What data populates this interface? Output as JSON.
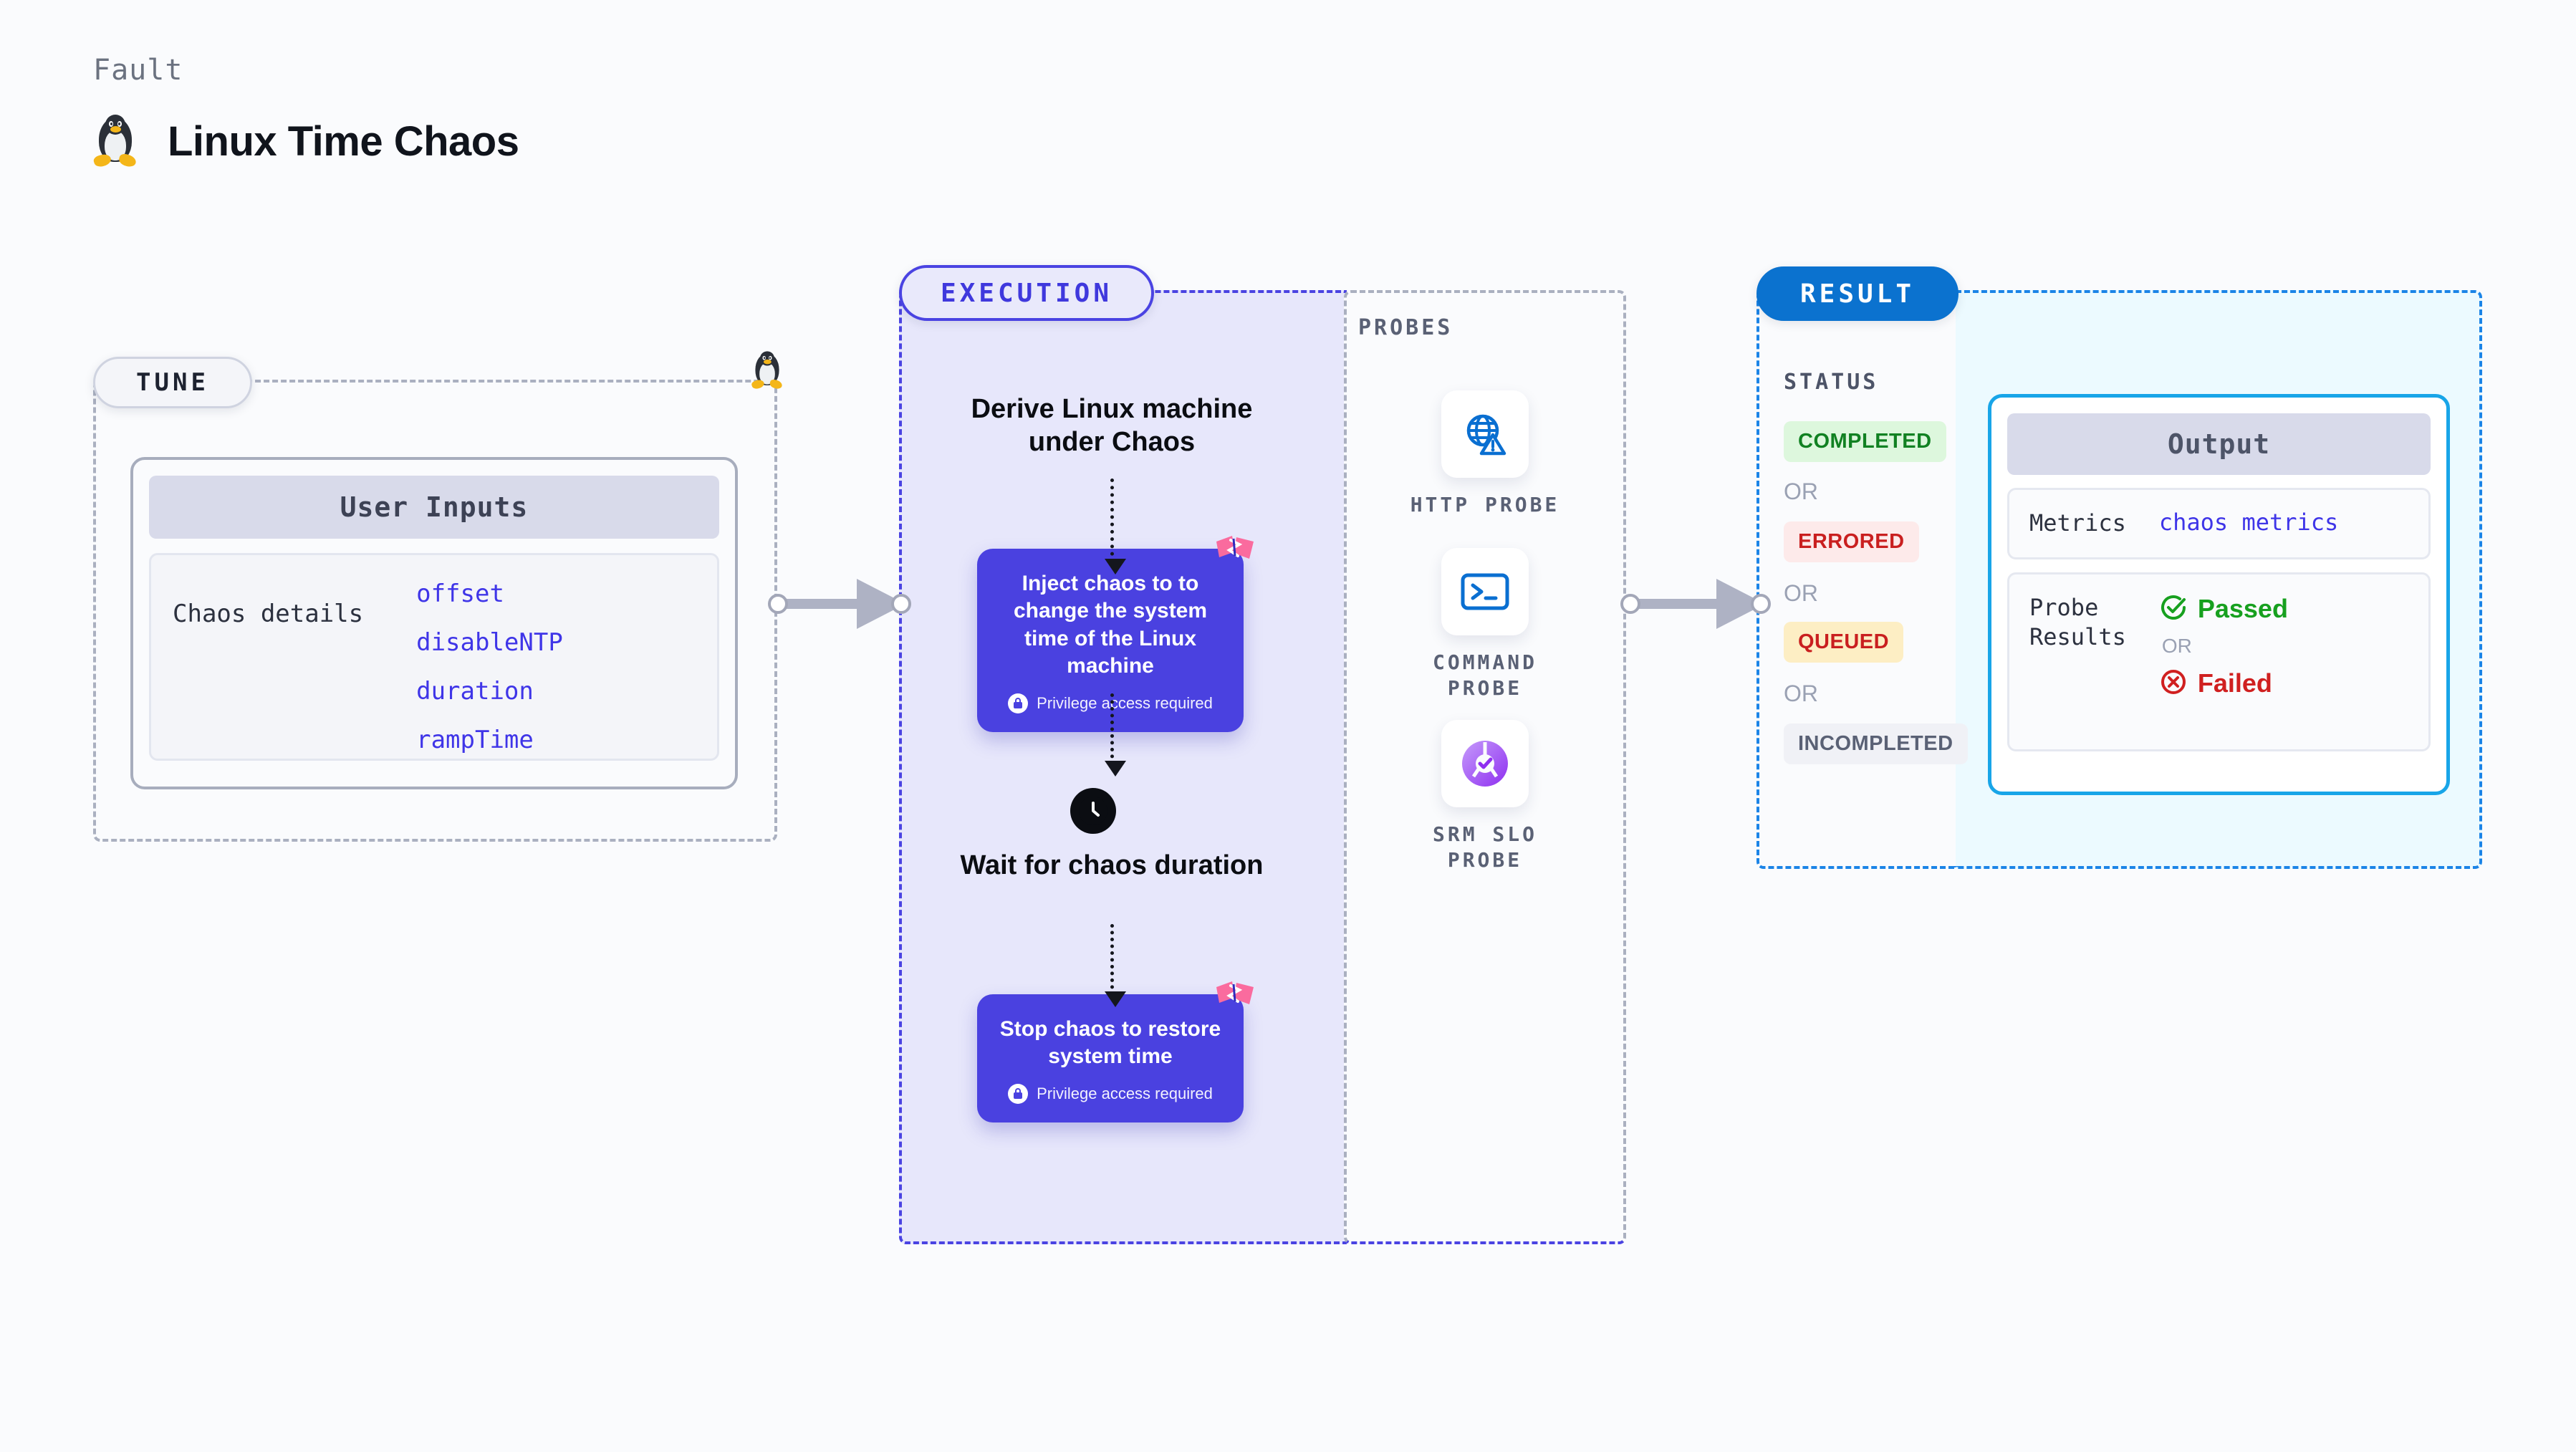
{
  "header": {
    "kicker": "Fault",
    "title": "Linux Time Chaos",
    "icon": "linux-penguin-icon"
  },
  "sections": {
    "tune": {
      "pill": "TUNE"
    },
    "execution": {
      "pill": "EXECUTION"
    },
    "probes": {
      "label": "PROBES"
    },
    "result": {
      "pill": "RESULT"
    }
  },
  "tune": {
    "card_title": "User Inputs",
    "row_label": "Chaos details",
    "inputs": [
      "offset",
      "disableNTP",
      "duration",
      "rampTime"
    ]
  },
  "execution": {
    "step1_title": "Derive Linux machine under Chaos",
    "inject_card": {
      "title": "Inject chaos to to change the system time of the Linux machine",
      "privilege": "Privilege access required"
    },
    "wait_title": "Wait for chaos duration",
    "wait_icon": "clock-icon",
    "stop_card": {
      "title": "Stop chaos to restore system time",
      "privilege": "Privilege access required"
    }
  },
  "probes": [
    {
      "name": "HTTP PROBE",
      "icon": "globe-warning-icon"
    },
    {
      "name": "COMMAND PROBE",
      "icon": "terminal-icon"
    },
    {
      "name": "SRM SLO PROBE",
      "icon": "slo-donut-check-icon"
    }
  ],
  "result": {
    "status_label": "STATUS",
    "or_label": "OR",
    "statuses": [
      {
        "label": "COMPLETED",
        "bg": "#ddf7dd",
        "fg": "#118122"
      },
      {
        "label": "ERRORED",
        "bg": "#fdeaea",
        "fg": "#c91f1f"
      },
      {
        "label": "QUEUED",
        "bg": "#fdeec4",
        "fg": "#c91f1f"
      },
      {
        "label": "INCOMPLETED",
        "bg": "#f0f1f6",
        "fg": "#5a6175"
      }
    ],
    "output": {
      "title": "Output",
      "metrics_key": "Metrics",
      "metrics_value": "chaos metrics",
      "probe_results_key": "Probe\nResults",
      "passed": "Passed",
      "failed": "Failed",
      "or_label": "OR"
    }
  },
  "colors": {
    "page_bg": "#fafbfd",
    "execution_purple": "#4a41e0",
    "execution_tint": "#e7e7fb",
    "result_blue": "#0b72cf",
    "output_cyan": "#18a5e8",
    "output_tint": "#ecfaff",
    "input_key": "#3f35e8",
    "dashed_gray": "#aab0c0",
    "harness_pink": "#fa6b9e"
  }
}
